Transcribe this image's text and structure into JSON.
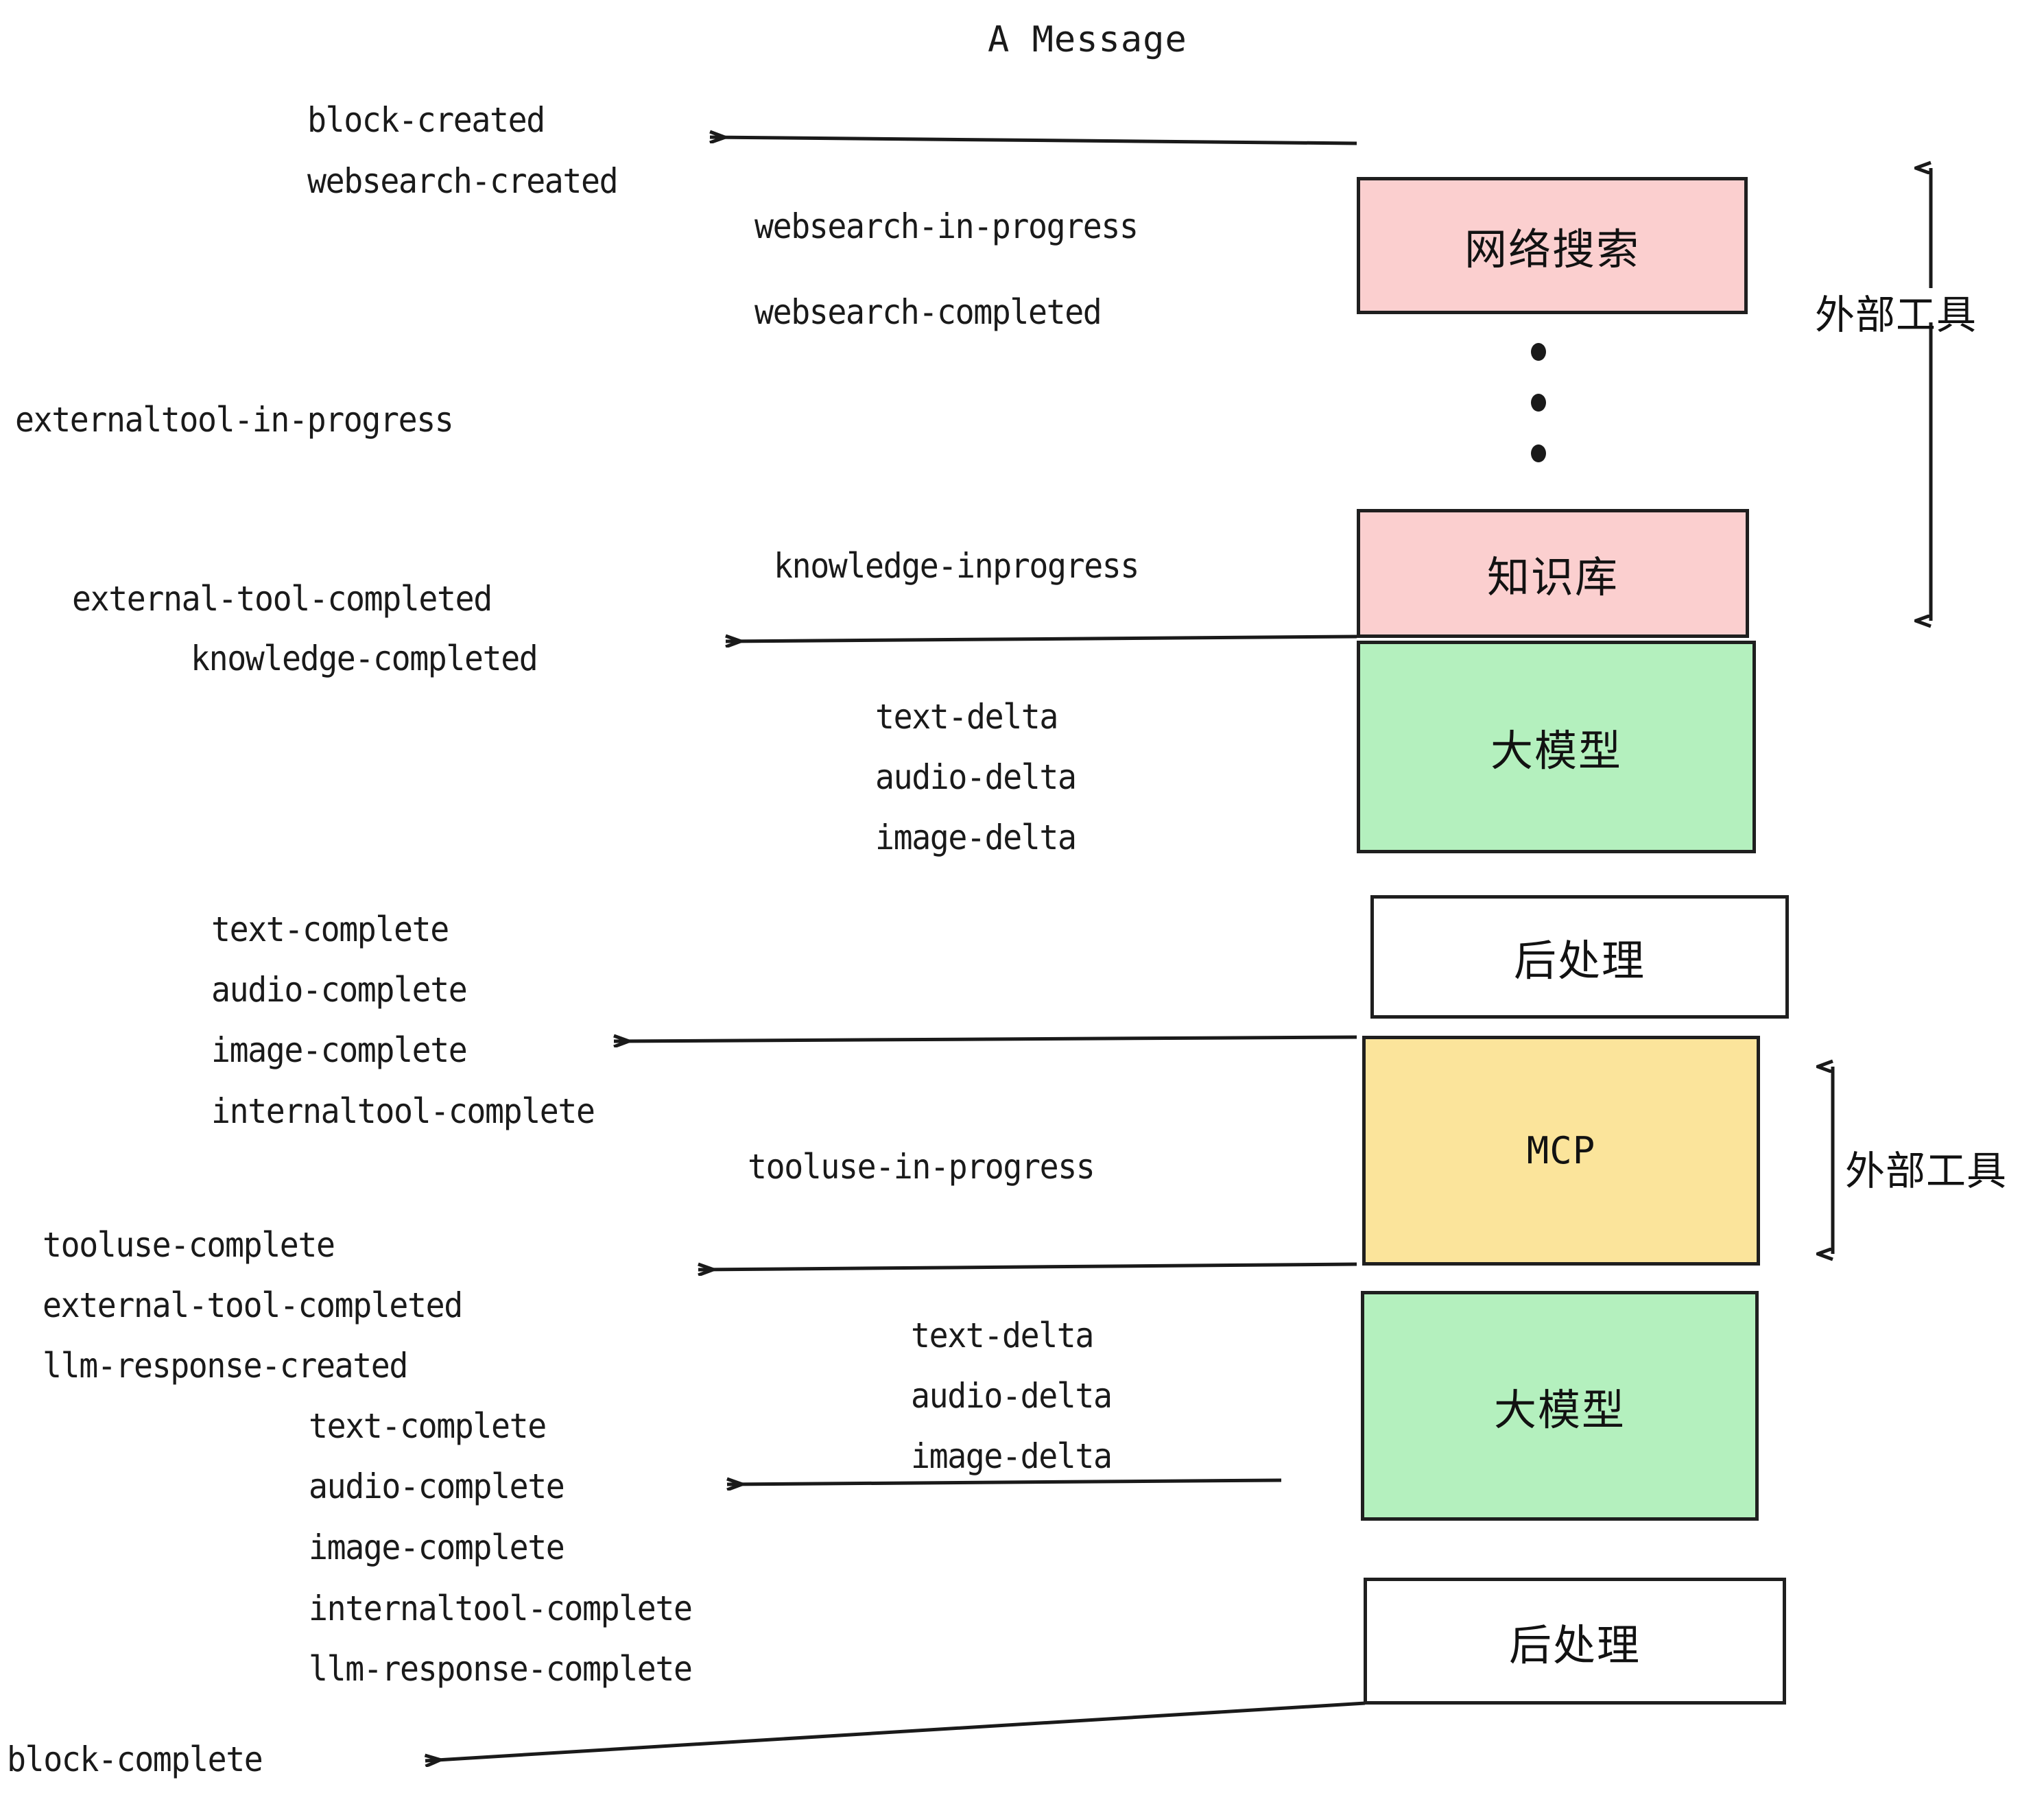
{
  "title": "A Message",
  "colors": {
    "pink": "#FBCFCF",
    "green": "#B4F0BE",
    "yellow": "#FBE49B",
    "white": "#FFFFFF",
    "stroke": "#1F1F1F",
    "text": "#1A1A1A"
  },
  "boxes": [
    {
      "id": "websearch",
      "label": "网络搜索",
      "lang": "cn",
      "fill": "#FBCFCF"
    },
    {
      "id": "knowledge",
      "label": "知识库",
      "lang": "cn",
      "fill": "#FBCFCF"
    },
    {
      "id": "llm-1",
      "label": "大模型",
      "lang": "cn",
      "fill": "#B4F0BE"
    },
    {
      "id": "postprocess-1",
      "label": "后处理",
      "lang": "cn",
      "fill": "#FFFFFF"
    },
    {
      "id": "mcp",
      "label": "MCP",
      "lang": "en",
      "fill": "#FBE49B"
    },
    {
      "id": "llm-2",
      "label": "大模型",
      "lang": "cn",
      "fill": "#B4F0BE"
    },
    {
      "id": "postprocess-2",
      "label": "后处理",
      "lang": "cn",
      "fill": "#FFFFFF"
    }
  ],
  "group_labels": [
    {
      "id": "external-tools-top",
      "text": "外部工具"
    },
    {
      "id": "external-tools-bottom",
      "text": "外部工具"
    }
  ],
  "events": {
    "block_created": "block-created",
    "websearch_created": "websearch-created",
    "websearch_in_progress": "websearch-in-progress",
    "websearch_completed": "websearch-completed",
    "externaltool_in_progress": "externaltool-in-progress",
    "knowledge_inprogress": "knowledge-inprogress",
    "external_tool_completed_1": "external-tool-completed",
    "knowledge_completed": "knowledge-completed",
    "text_delta_1": "text-delta",
    "audio_delta_1": "audio-delta",
    "image_delta_1": "image-delta",
    "text_complete_1": "text-complete",
    "audio_complete_1": "audio-complete",
    "image_complete_1": "image-complete",
    "internaltool_complete_1": "internaltool-complete",
    "tooluse_in_progress": "tooluse-in-progress",
    "tooluse_complete": "tooluse-complete",
    "external_tool_completed_2": "external-tool-completed",
    "llm_response_created": "llm-response-created",
    "text_delta_2": "text-delta",
    "audio_delta_2": "audio-delta",
    "image_delta_2": "image-delta",
    "text_complete_2": "text-complete",
    "audio_complete_2": "audio-complete",
    "image_complete_2": "image-complete",
    "internaltool_complete_2": "internaltool-complete",
    "llm_response_complete": "llm-response-complete",
    "block_complete": "block-complete"
  }
}
